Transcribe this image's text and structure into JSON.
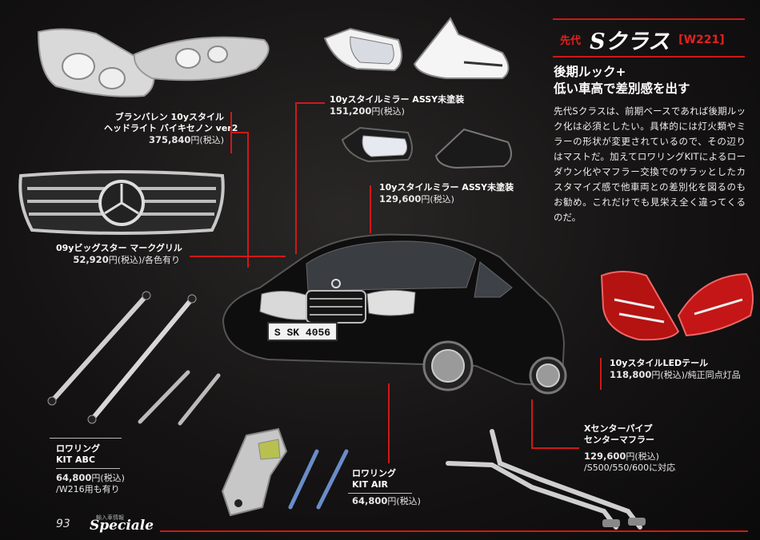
{
  "header": {
    "label_prefix": "先代",
    "model": "Sクラス",
    "code": "W221"
  },
  "article": {
    "headline_line1": "後期ルック+",
    "headline_line2": "低い車高で差別感を出す",
    "body": "先代Sクラスは、前期ベースであれば後期ルック化は必須としたい。具体的には灯火類やミラーの形状が変更されているので、その辺りはマストだ。加えてロワリングKITによるローダウン化やマフラー交換でのサラッとしたカスタマイズ感で他車両との差別化を図るのもお勧め。これだけでも見栄え全く違ってくるのだ。"
  },
  "products": {
    "headlight": {
      "line1": "ブランバレン 10yスタイル",
      "line2": "ヘッドライト バイキセノン ver2",
      "price": "375,840",
      "unit": "円(税込)"
    },
    "mirror1": {
      "name": "10yスタイルミラー ASSY未塗装",
      "price": "151,200",
      "unit": "円(税込)"
    },
    "mirror2": {
      "name": "10yスタイルミラー ASSY未塗装",
      "price": "129,600",
      "unit": "円(税込)"
    },
    "grille": {
      "name": "09yビッグスター マークグリル",
      "price": "52,920",
      "unit": "円(税込)/各色有り"
    },
    "tail": {
      "name": "10yスタイルLEDテール",
      "price": "118,800",
      "unit": "円(税込)/純正同点灯品"
    },
    "kit_abc": {
      "line1": "ロワリング",
      "line2": "KIT ABC",
      "price": "64,800",
      "unit": "円(税込)",
      "note": "/W216用も有り"
    },
    "kit_air": {
      "line1": "ロワリング",
      "line2": "KIT AIR",
      "price": "64,800",
      "unit": "円(税込)"
    },
    "muffler": {
      "line1": "Xセンターパイプ",
      "line2": "センターマフラー",
      "price": "129,600",
      "unit": "円(税込)",
      "note": "/S500/550/600に対応"
    }
  },
  "car": {
    "plate": "S SK 4056"
  },
  "footer": {
    "page": "93",
    "small": "輸入車情報",
    "brand": "Speciale"
  },
  "colors": {
    "accent": "#d01818",
    "background": "#151313"
  }
}
